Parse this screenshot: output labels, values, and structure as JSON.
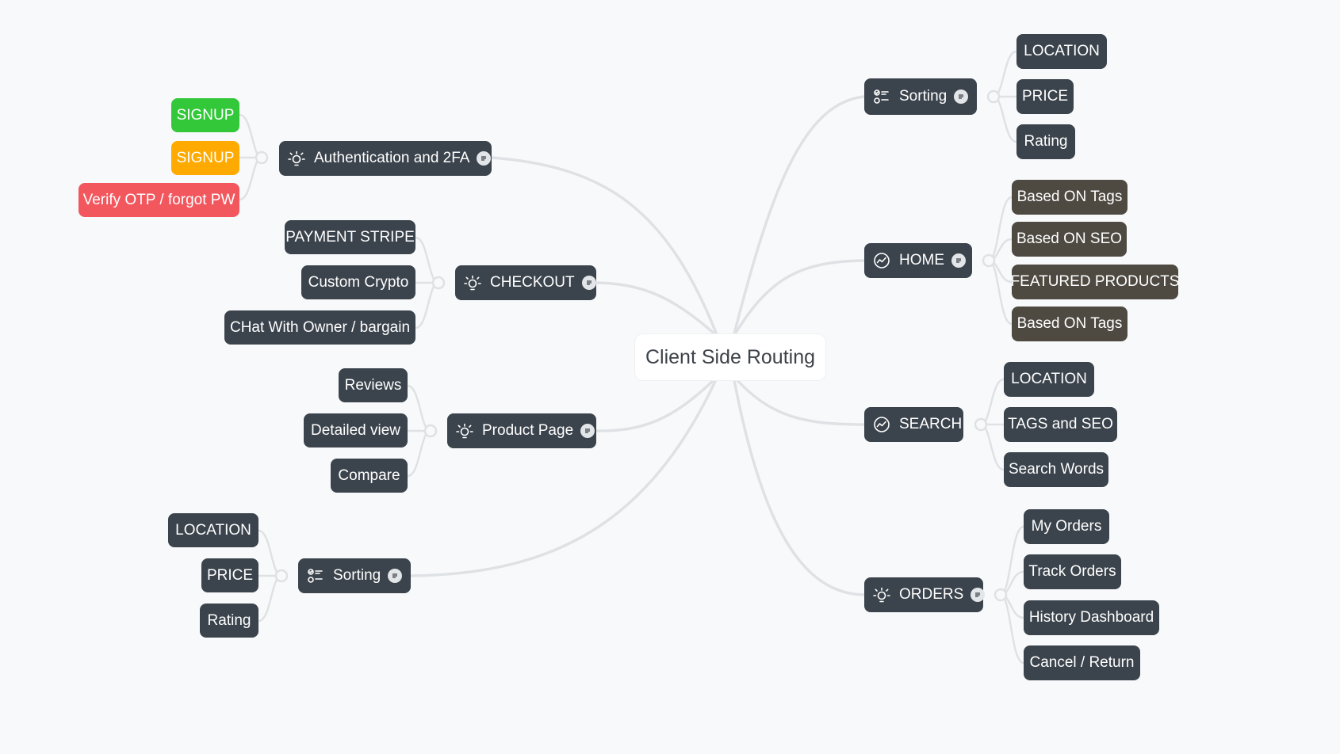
{
  "central": "Client Side Routing",
  "colors": {
    "background": "#f8f9fa",
    "node": "#3b434c",
    "node_dark": "#4e4a42",
    "connector": "#dfe2e5",
    "green": "#33c83a",
    "orange": "#ffaa00",
    "red": "#f2575e"
  },
  "branches": {
    "auth": {
      "label": "Authentication and 2FA",
      "icon": "lightbulb-icon",
      "children": [
        "SIGNUP",
        "SIGNUP",
        "Verify OTP / forgot PW"
      ]
    },
    "checkout": {
      "label": "CHECKOUT",
      "icon": "lightbulb-icon",
      "children": [
        "PAYMENT STRIPE",
        "Custom Crypto",
        "CHat With Owner / bargain"
      ]
    },
    "product": {
      "label": "Product Page",
      "icon": "lightbulb-icon",
      "children": [
        "Reviews",
        "Detailed view",
        "Compare"
      ]
    },
    "sorting_left": {
      "label": "Sorting",
      "icon": "checklist-icon",
      "children": [
        "LOCATION",
        "PRICE",
        "Rating"
      ]
    },
    "sorting_right": {
      "label": "Sorting",
      "icon": "checklist-icon",
      "children": [
        "LOCATION",
        "PRICE",
        "Rating"
      ]
    },
    "home": {
      "label": "HOME",
      "icon": "trend-icon",
      "children": [
        "Based ON Tags",
        "Based ON SEO",
        "FEATURED PRODUCTS",
        "Based ON Tags"
      ]
    },
    "search": {
      "label": "SEARCH",
      "icon": "trend-icon",
      "children": [
        "LOCATION",
        "TAGS and SEO",
        "Search Words"
      ]
    },
    "orders": {
      "label": "ORDERS",
      "icon": "lightbulb-icon",
      "children": [
        "My Orders",
        "Track Orders",
        "History Dashboard",
        "Cancel / Return"
      ]
    }
  }
}
